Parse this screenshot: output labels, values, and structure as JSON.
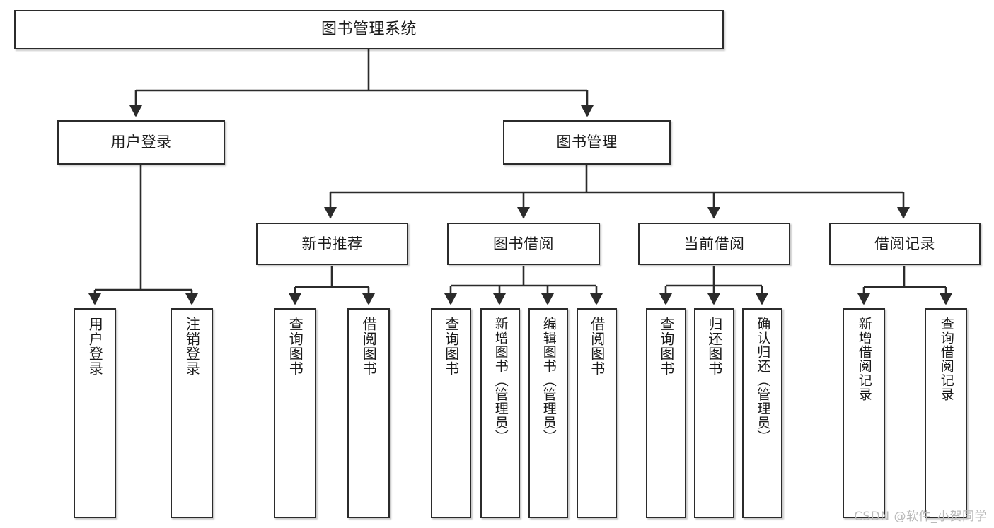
{
  "diagram": {
    "title": "图书管理系统",
    "type": "tree",
    "watermark": "CSDN @软件_小贺同学",
    "colors": {
      "stroke": "#2b2b2b",
      "fill": "#ffffff",
      "text": "#1a1a1a",
      "watermark": "#b9b9b9"
    },
    "nodes": {
      "root": {
        "label": "图书管理系统"
      },
      "level2": [
        {
          "id": "user_login",
          "label": "用户登录"
        },
        {
          "id": "book_mgmt",
          "label": "图书管理"
        }
      ],
      "level3": [
        {
          "id": "new_book_rec",
          "label": "新书推荐"
        },
        {
          "id": "book_borrow",
          "label": "图书借阅"
        },
        {
          "id": "current_borrow",
          "label": "当前借阅"
        },
        {
          "id": "borrow_record",
          "label": "借阅记录"
        }
      ],
      "leaves": {
        "user_login": [
          {
            "id": "leaf_user_login",
            "label": "用户登录"
          },
          {
            "id": "leaf_user_logout",
            "label": "注销登录"
          }
        ],
        "new_book_rec": [
          {
            "id": "leaf_query_book_1",
            "label": "查询图书"
          },
          {
            "id": "leaf_borrow_book_1",
            "label": "借阅图书"
          }
        ],
        "book_borrow": [
          {
            "id": "leaf_query_book_2",
            "label": "查询图书"
          },
          {
            "id": "leaf_add_book",
            "label": "新增图书（管理员）"
          },
          {
            "id": "leaf_edit_book",
            "label": "编辑图书（管理员）"
          },
          {
            "id": "leaf_borrow_book_2",
            "label": "借阅图书"
          }
        ],
        "current_borrow": [
          {
            "id": "leaf_query_book_3",
            "label": "查询图书"
          },
          {
            "id": "leaf_return_book",
            "label": "归还图书"
          },
          {
            "id": "leaf_confirm_return",
            "label": "确认归还（管理员）"
          }
        ],
        "borrow_record": [
          {
            "id": "leaf_add_record",
            "label": "新增借阅记录"
          },
          {
            "id": "leaf_query_record",
            "label": "查询借阅记录"
          }
        ]
      }
    }
  }
}
